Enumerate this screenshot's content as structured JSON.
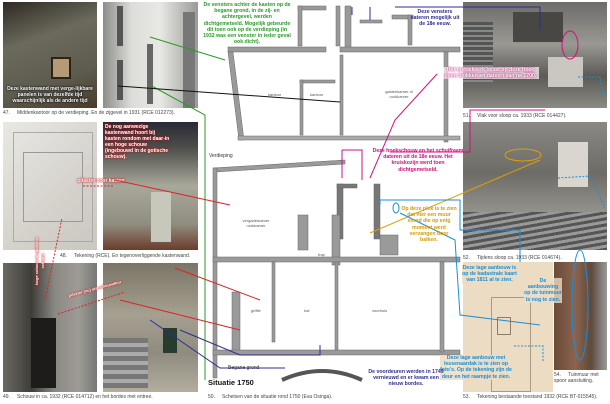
{
  "captions": {
    "c47": {
      "num": "47.",
      "text": "Middenkantoor op de verdieping. En de zijgevel in 1931 (RCE 012273)."
    },
    "c48": {
      "num": "48.",
      "text": "Tekening (RCE). En tegenoverliggende kastenwand."
    },
    "c49": {
      "num": "49.",
      "text": "Schouw in ca. 1932 (RCE 014712) en het bordes met entree."
    },
    "c50": {
      "num": "50.",
      "text": "Schetsen van de situatie rond 1750 (Eva Osinga)."
    },
    "c51": {
      "num": "51.",
      "text": "Vlak voor sloop ca. 1933 (RCE 014427)."
    },
    "c52": {
      "num": "52.",
      "text": "Tijdens sloop ca. 1933 (RCE 014674)."
    },
    "c53": {
      "num": "53.",
      "text": "Tekening bestaande toestand 1932 (RCE BT-015545)."
    },
    "c54": {
      "num": "54.",
      "text": "Tuinmuur met spoor aansluiting."
    }
  },
  "overlays": {
    "o47": "Deze kastenwand met verge-lijkbare panelen is van dezelfde tijd waarschijnlijk als de andere tijd",
    "o48": "De nog aanwezige kastenwand hoort bij kasten rondom met daar-in een hoge schouw (ingebouwd in de gotische schouw).",
    "o48b": "pilaster voor kasten",
    "o49a": "hoge schouw in gotische schouw",
    "o49b": "pilaster (nu) als schouwdeur"
  },
  "notes": {
    "green": "De vensters achter de kasten op de begane grond, in de zij- en achtergevel, werden dichtgemetseld. Mogelijk gebeurde dit toen ook op de verdieping (in 1932 was een venster in ieder geval ook dicht).",
    "blue_top": "Deze vensters dateren mogelijk uit de 18e eeuw.",
    "magenta_top": "Het metselwerk bevat op deze hoek geen blokken en dateert van na 1700.",
    "magenta_mid": "Deze hoekschouw en het schuifraam dateren uit de 18e eeuw. Het kruiskozijn werd toen dichtgemetseld.",
    "orange": "Op deze plek is te zien dat hier een muur stond die op enig moment werd vervangen door balken.",
    "cyan_1": "Deze lage aanbouw is op de kadastrale kaart van 1811 al te zien.",
    "cyan_2": "De aanbouwing op de tuinmuur is nog te zien.",
    "cyan_3": "Deze lage aanbouw met lessenaardak is te zien op foto's. Op de tekening zijn de deur en het raampje te zien.",
    "blue_bottom": "De voordeuren werden in 1749 vernieuwd en er kwam een nieuw bordes."
  },
  "plan": {
    "floor_upper": "Verdieping",
    "floor_ground": "Begane grond",
    "title": "Situatie 1750",
    "rooms": {
      "kantoor1": "kantoor",
      "kantoor2": "kantoor",
      "gasten": "gastenkamer of rookkamer",
      "vergader": "vergaderkamer rookkamer",
      "trap": "trap",
      "griffie": "griffie",
      "hal": "hal",
      "voorhuis": "voorhuis"
    }
  }
}
